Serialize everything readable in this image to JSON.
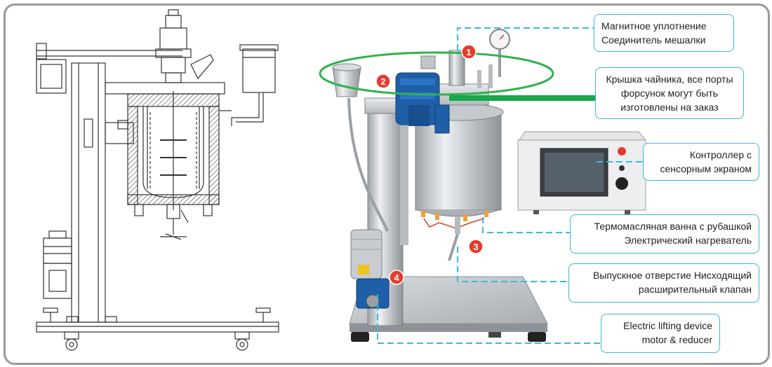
{
  "callouts": {
    "seal": {
      "line1": "Магнитное уплотнение",
      "line2": "Соединитель мешалки"
    },
    "lid": {
      "line1": "Крышка чайника, все порты",
      "line2": "форсунок могут быть",
      "line3": "изготовлены на заказ"
    },
    "controller": {
      "line1": "Контроллер с",
      "line2": "сенсорным экраном"
    },
    "heater": {
      "line1": "Термомасляная ванна с рубашкой",
      "line2": "Электрический нагреватель"
    },
    "outlet": {
      "line1": "Выпускное отверстие Нисходящий",
      "line2": "расширительный клапан"
    },
    "lifting": {
      "line1": "Electric lifting device",
      "line2": "motor & reducer"
    }
  },
  "markers": [
    "1",
    "2",
    "3",
    "4"
  ],
  "colors": {
    "callout_border": "#3fb6dc",
    "marker_red": "#e53b2c",
    "ellipse_green": "#2fb34b",
    "arrow_green": "#1aa64a",
    "steel": "#c9ccd0",
    "motor_blue": "#1f5fa8"
  }
}
